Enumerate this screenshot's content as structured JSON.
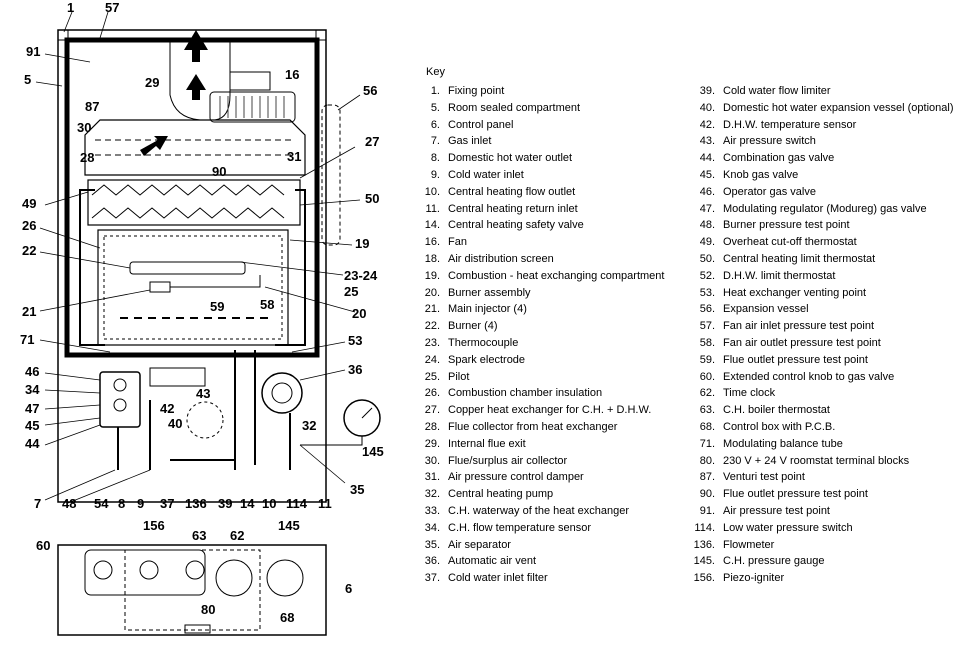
{
  "key_title": "Key",
  "key_left": [
    {
      "num": "1.",
      "text": "Fixing point"
    },
    {
      "num": "5.",
      "text": "Room sealed compartment"
    },
    {
      "num": "6.",
      "text": "Control panel"
    },
    {
      "num": "7.",
      "text": "Gas inlet"
    },
    {
      "num": "8.",
      "text": "Domestic hot water outlet"
    },
    {
      "num": "9.",
      "text": "Cold water inlet"
    },
    {
      "num": "10.",
      "text": "Central heating flow outlet"
    },
    {
      "num": "11.",
      "text": "Central heating return inlet"
    },
    {
      "num": "14.",
      "text": "Central heating safety valve"
    },
    {
      "num": "16.",
      "text": "Fan"
    },
    {
      "num": "18.",
      "text": "Air distribution screen"
    },
    {
      "num": "19.",
      "text": "Combustion - heat exchanging compartment"
    },
    {
      "num": "20.",
      "text": "Burner assembly"
    },
    {
      "num": "21.",
      "text": "Main injector (4)"
    },
    {
      "num": "22.",
      "text": "Burner (4)"
    },
    {
      "num": "23.",
      "text": "Thermocouple"
    },
    {
      "num": "24.",
      "text": "Spark electrode"
    },
    {
      "num": "25.",
      "text": "Pilot"
    },
    {
      "num": "26.",
      "text": "Combustion chamber insulation"
    },
    {
      "num": "27.",
      "text": "Copper heat exchanger for C.H. + D.H.W."
    },
    {
      "num": "28.",
      "text": "Flue collector from heat exchanger"
    },
    {
      "num": "29.",
      "text": "Internal flue exit"
    },
    {
      "num": "30.",
      "text": "Flue/surplus air collector"
    },
    {
      "num": "31.",
      "text": "Air pressure control damper"
    },
    {
      "num": "32.",
      "text": "Central heating pump"
    },
    {
      "num": "33.",
      "text": "C.H. waterway of the heat exchanger"
    },
    {
      "num": "34.",
      "text": "C.H. flow temperature sensor"
    },
    {
      "num": "35.",
      "text": "Air separator"
    },
    {
      "num": "36.",
      "text": "Automatic air vent"
    },
    {
      "num": "37.",
      "text": "Cold water inlet filter"
    }
  ],
  "key_right": [
    {
      "num": "39.",
      "text": "Cold water flow limiter"
    },
    {
      "num": "40.",
      "text": "Domestic hot water expansion vessel (optional)"
    },
    {
      "num": "42.",
      "text": "D.H.W. temperature sensor"
    },
    {
      "num": "43.",
      "text": "Air pressure switch"
    },
    {
      "num": "44.",
      "text": "Combination gas valve"
    },
    {
      "num": "45.",
      "text": "Knob gas valve"
    },
    {
      "num": "46.",
      "text": "Operator gas valve"
    },
    {
      "num": "47.",
      "text": "Modulating regulator (Modureg) gas valve"
    },
    {
      "num": "48.",
      "text": "Burner pressure test point"
    },
    {
      "num": "49.",
      "text": "Overheat cut-off thermostat"
    },
    {
      "num": "50.",
      "text": "Central heating limit thermostat"
    },
    {
      "num": "52.",
      "text": "D.H.W. limit thermostat"
    },
    {
      "num": "53.",
      "text": "Heat exchanger venting point"
    },
    {
      "num": "56.",
      "text": "Expansion vessel"
    },
    {
      "num": "57.",
      "text": "Fan air inlet pressure test point"
    },
    {
      "num": "58.",
      "text": "Fan air outlet pressure test point"
    },
    {
      "num": "59.",
      "text": "Flue outlet pressure test point"
    },
    {
      "num": "60.",
      "text": "Extended control knob to gas valve"
    },
    {
      "num": "62.",
      "text": "Time clock"
    },
    {
      "num": "63.",
      "text": "C.H. boiler thermostat"
    },
    {
      "num": "68.",
      "text": "Control box with P.C.B."
    },
    {
      "num": "71.",
      "text": "Modulating balance tube"
    },
    {
      "num": "80.",
      "text": "230 V + 24 V roomstat terminal blocks"
    },
    {
      "num": "87.",
      "text": "Venturi test point"
    },
    {
      "num": "90.",
      "text": "Flue outlet pressure test point"
    },
    {
      "num": "91.",
      "text": "Air pressure test point"
    },
    {
      "num": "114.",
      "text": "Low water pressure switch"
    },
    {
      "num": "136.",
      "text": "Flowmeter"
    },
    {
      "num": "145.",
      "text": "C.H. pressure gauge"
    },
    {
      "num": "156.",
      "text": "Piezo-igniter"
    }
  ],
  "diagram_labels": {
    "l1": "1",
    "l57": "57",
    "l91": "91",
    "l5": "5",
    "l29": "29",
    "l16": "16",
    "l56": "56",
    "l87": "87",
    "l30": "30",
    "l27": "27",
    "l31": "31",
    "l28": "28",
    "l90": "90",
    "l49": "49",
    "l50": "50",
    "l26": "26",
    "l19": "19",
    "l22": "22",
    "l2324": "23-24",
    "l25": "25",
    "l21": "21",
    "l59": "59",
    "l58": "58",
    "l20": "20",
    "l71": "71",
    "l53": "53",
    "l46": "46",
    "l36": "36",
    "l34": "34",
    "l47": "47",
    "l42": "42",
    "l43": "43",
    "l45": "45",
    "l40": "40",
    "l32": "32",
    "l44": "44",
    "l145a": "145",
    "l35": "35",
    "l7": "7",
    "l48": "48",
    "l54": "54",
    "l8": "8",
    "l9": "9",
    "l37": "37",
    "l136": "136",
    "l39": "39",
    "l14": "14",
    "l10": "10",
    "l114": "114",
    "l11": "11",
    "l156": "156",
    "l63": "63",
    "l62": "62",
    "l145b": "145",
    "l60": "60",
    "l6": "6",
    "l80": "80",
    "l68": "68"
  }
}
